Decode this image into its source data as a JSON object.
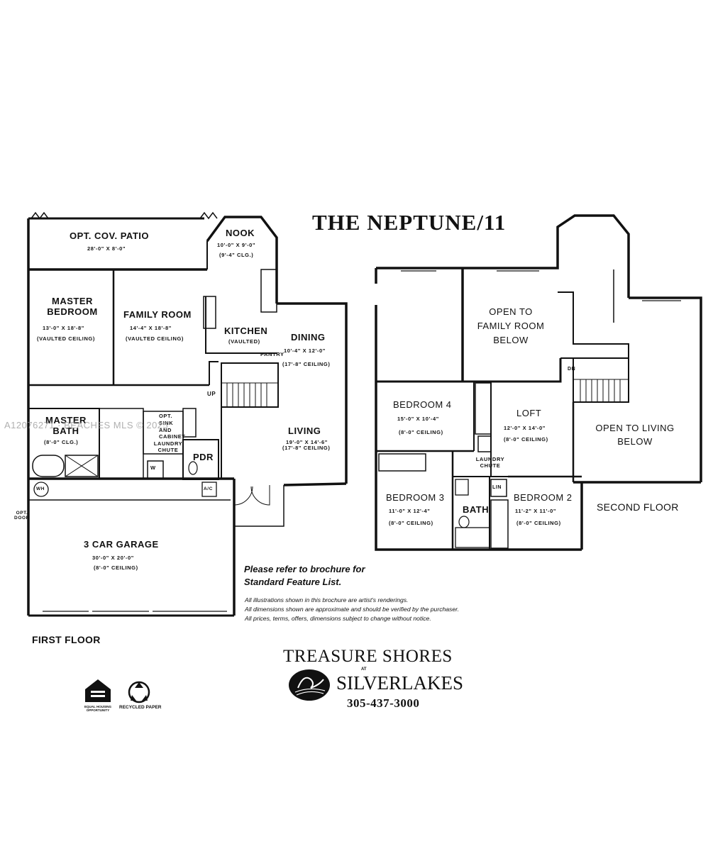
{
  "title": "THE NEPTUNE/11",
  "first_floor": {
    "label": "FIRST FLOOR",
    "rooms": {
      "patio": {
        "name": "OPT. COV. PATIO",
        "dim": "28'-0\" X 8'-0\""
      },
      "nook": {
        "name": "NOOK",
        "dim": "10'-0\" X 9'-0\"",
        "note": "(9'-4\" CLG.)"
      },
      "master_bedroom": {
        "name": "MASTER BEDROOM",
        "dim": "13'-0\" X 18'-8\"",
        "note": "(VAULTED CEILING)"
      },
      "family_room": {
        "name": "FAMILY ROOM",
        "dim": "14'-4\" X 18'-8\"",
        "note": "(VAULTED CEILING)"
      },
      "kitchen": {
        "name": "KITCHEN",
        "note": "(VAULTED)"
      },
      "pantry": {
        "name": "PANTRY"
      },
      "dining": {
        "name": "DINING",
        "dim": "10'-4\" X 12'-0\"",
        "note": "(17'-8\" CEILING)"
      },
      "master_bath": {
        "name": "MASTER BATH",
        "note": "(8'-0\" CLG.)"
      },
      "laundry": {
        "opt": "OPT. SINK AND CABINET",
        "chute": "LAUNDRY CHUTE"
      },
      "powder": {
        "name": "PDR"
      },
      "living": {
        "name": "LIVING",
        "dim": "19'-0\" X 14'-6\"",
        "note": "(17'-8\" CEILING)"
      },
      "garage": {
        "name": "3 CAR GARAGE",
        "dim": "30'-0\" X 20'-0\"",
        "note": "(8'-0\" CEILING)"
      },
      "stair_up": "UP",
      "water_heater": "WH",
      "ac": "A/C",
      "washer": "W",
      "opt_door": "OPT. DOOR"
    }
  },
  "second_floor": {
    "label": "SECOND FLOOR",
    "rooms": {
      "open_family": {
        "name": "OPEN TO FAMILY ROOM BELOW"
      },
      "bedroom4": {
        "name": "BEDROOM 4",
        "dim": "15'-0\" X 10'-4\"",
        "note": "(8'-0\" CEILING)"
      },
      "loft": {
        "name": "LOFT",
        "dim": "12'-0\" X 14'-0\"",
        "note": "(8'-0\" CEILING)"
      },
      "open_living": {
        "name": "OPEN TO LIVING BELOW"
      },
      "laundry_chute": "LAUNDRY CHUTE",
      "stair_dn": "DN",
      "linen": "LIN",
      "bedroom3": {
        "name": "BEDROOM 3",
        "dim": "11'-0\" X 12'-4\"",
        "note": "(8'-0\" CEILING)"
      },
      "bath": {
        "name": "BATH"
      },
      "bedroom2": {
        "name": "BEDROOM 2",
        "dim": "11'-2\" X 11'-0\"",
        "note": "(8'-0\" CEILING)"
      }
    }
  },
  "notes": {
    "refer_line1": "Please refer to brochure for",
    "refer_line2": "Standard Feature List.",
    "disclaimer1": "All illustrations shown in this brochure are artist's renderings.",
    "disclaimer2": "All dimensions shown are approximate and should be verified by the purchaser.",
    "disclaimer3": "All prices, terms, offers, dimensions subject to change without notice."
  },
  "brand": {
    "name": "TREASURE SHORES",
    "at": "AT",
    "community": "SILVERLAKES",
    "phone": "305-437-3000"
  },
  "icons": {
    "equal_housing": "equal-housing-icon",
    "recycled": "recycle-icon",
    "recycled_caption": "RECYCLED PAPER",
    "equal_caption": "EQUAL HOUSING OPPORTUNITY"
  },
  "watermark": "A12076271 · BEACHES MLS © 2025"
}
